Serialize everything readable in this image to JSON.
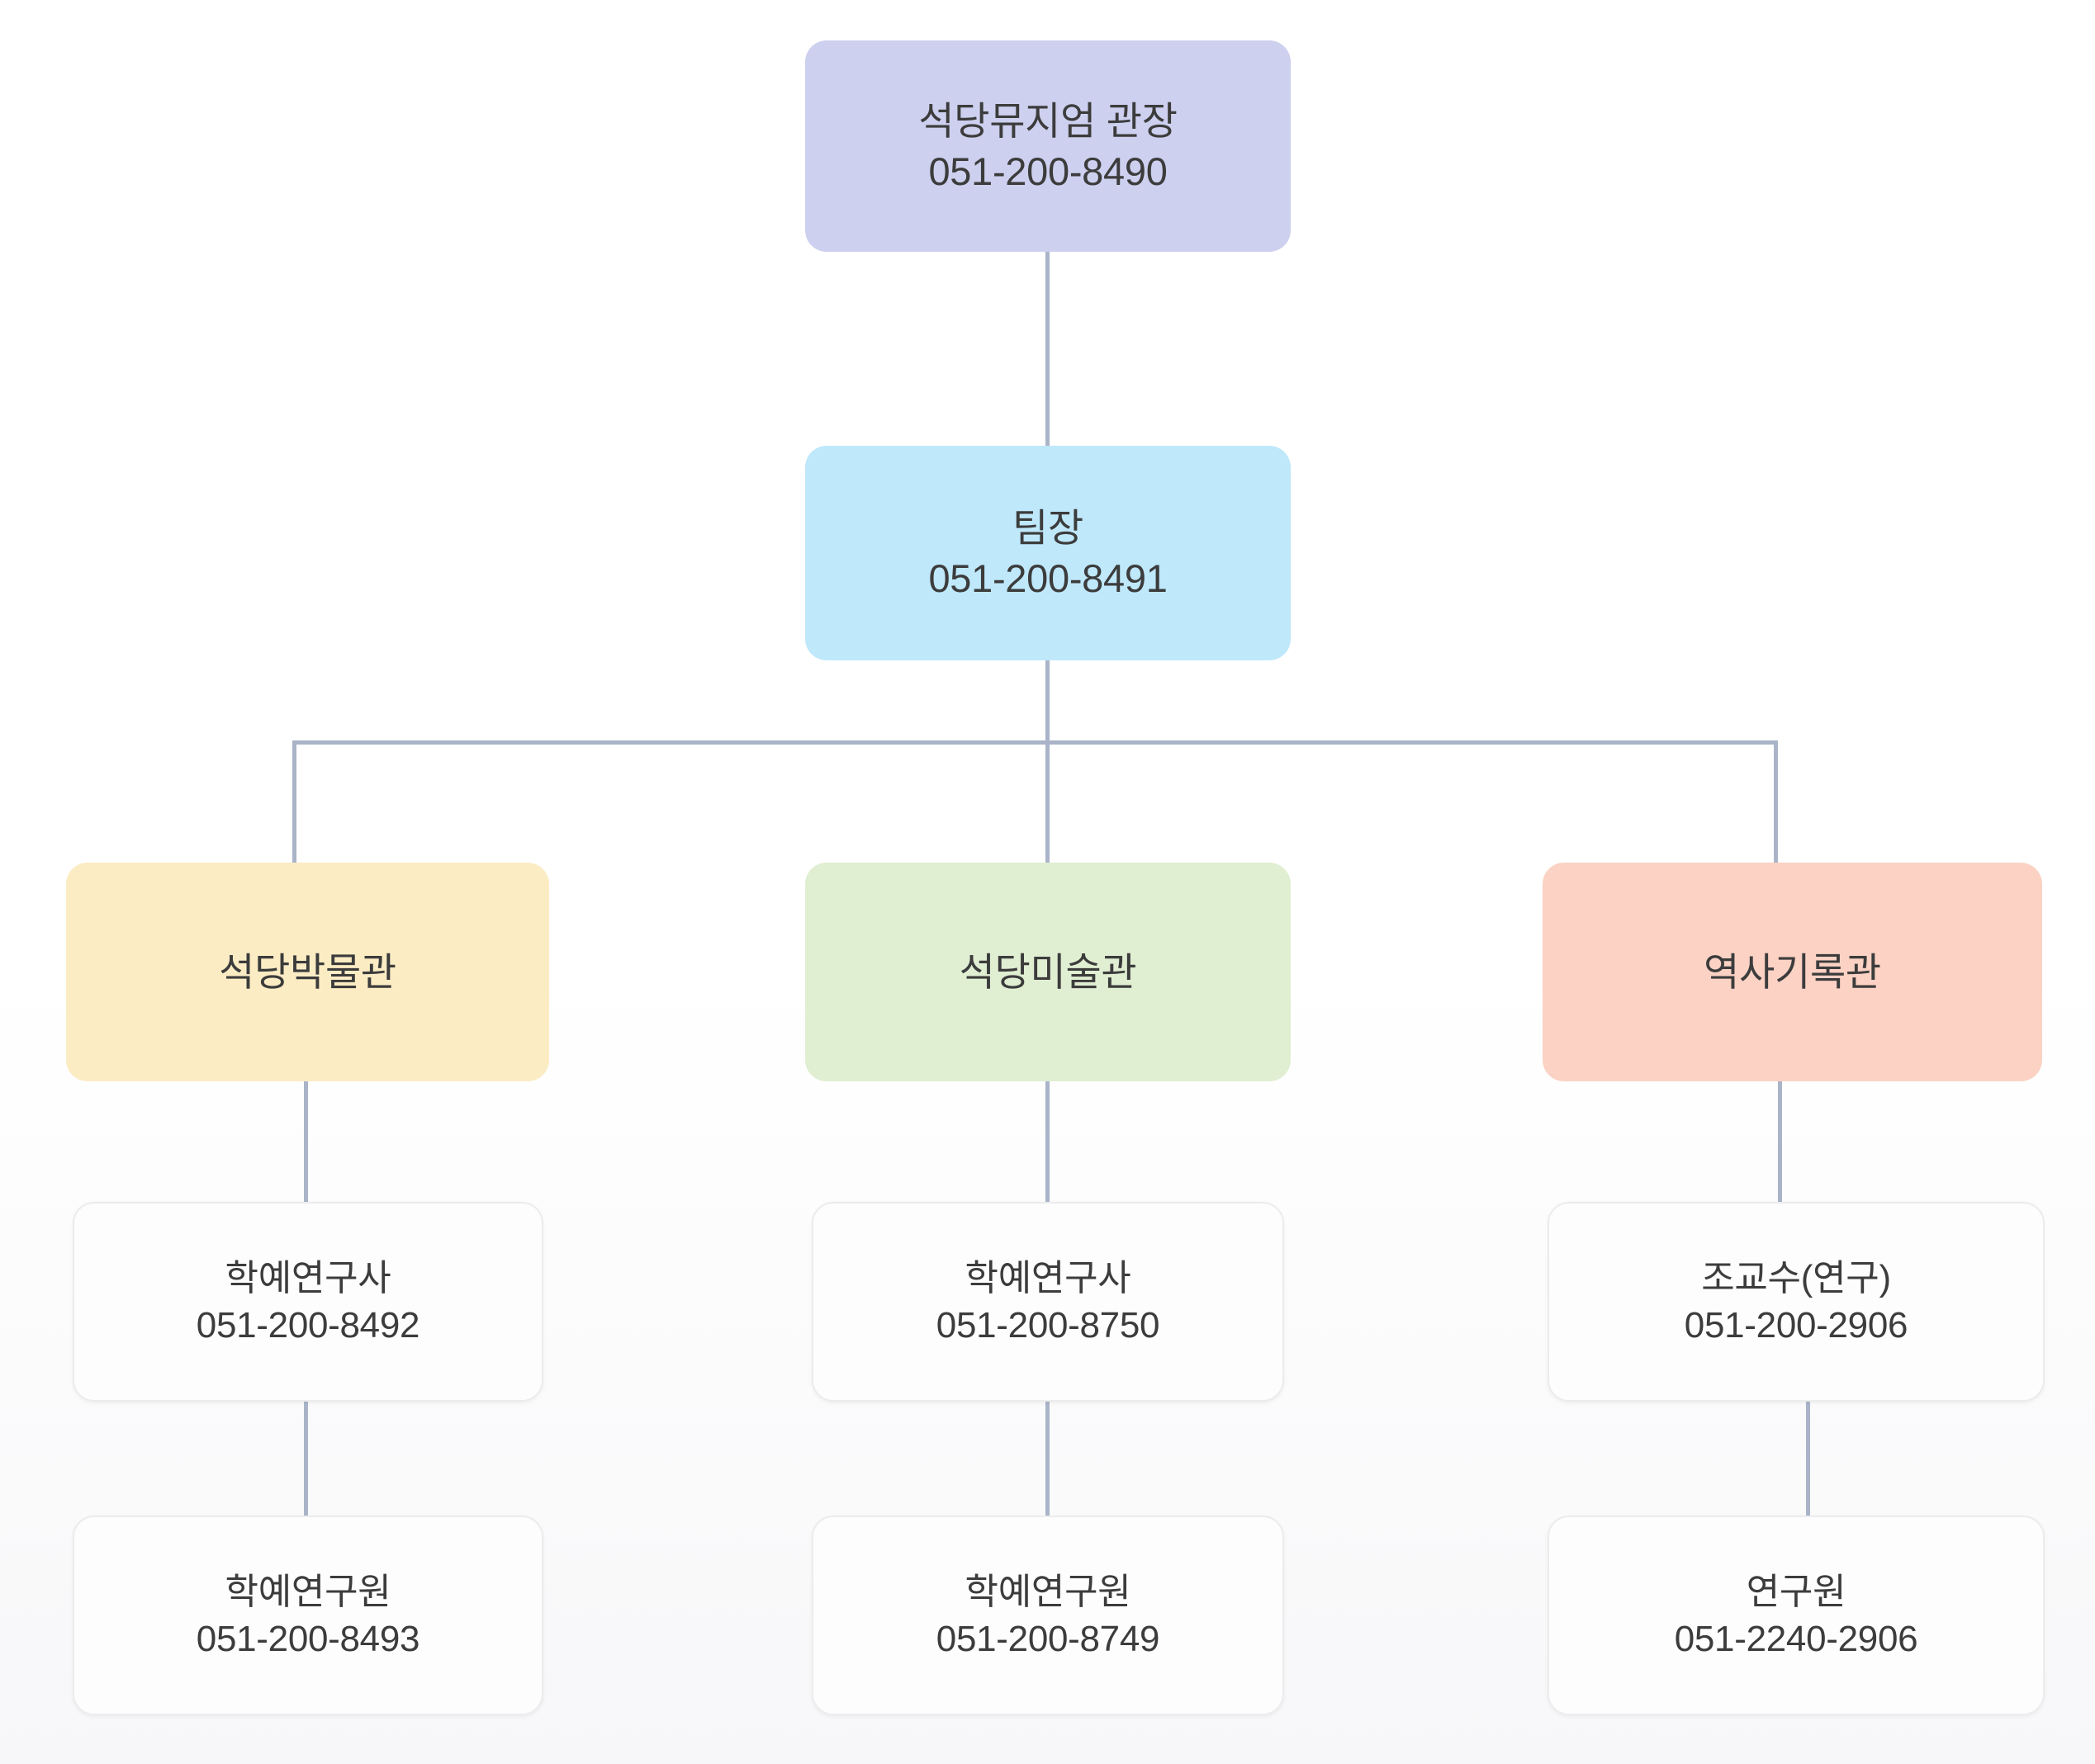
{
  "chart_type": "org-chart",
  "org_chart": {
    "title_text": "",
    "colors": {
      "director": "#cdd0ee",
      "team_lead": "#bfe8fb",
      "museum": "#fcecc4",
      "art_museum": "#e0eed2",
      "archive": "#fbd2c4",
      "leaf": "#fdfdfd",
      "connector": "#aab4c8",
      "text": "#3c3c3c"
    },
    "levels": [
      {
        "level": 1,
        "nodes": [
          {
            "id": "director",
            "title": "석당뮤지엄 관장",
            "phone": "051-200-8490"
          }
        ]
      },
      {
        "level": 2,
        "nodes": [
          {
            "id": "team-lead",
            "title": "팀장",
            "phone": "051-200-8491"
          }
        ]
      },
      {
        "level": 3,
        "nodes": [
          {
            "id": "museum",
            "title": "석당박물관",
            "phone": ""
          },
          {
            "id": "art-museum",
            "title": "석당미술관",
            "phone": ""
          },
          {
            "id": "archive",
            "title": "역사기록관",
            "phone": ""
          }
        ]
      },
      {
        "level": 4,
        "nodes": [
          {
            "id": "museum-curator",
            "title": "학예연구사",
            "phone": "051-200-8492"
          },
          {
            "id": "art-curator",
            "title": "학예연구사",
            "phone": "051-200-8750"
          },
          {
            "id": "archive-prof",
            "title": "조교수(연구)",
            "phone": "051-200-2906"
          }
        ]
      },
      {
        "level": 5,
        "nodes": [
          {
            "id": "museum-researcher",
            "title": "학예연구원",
            "phone": "051-200-8493"
          },
          {
            "id": "art-researcher",
            "title": "학예연구원",
            "phone": "051-200-8749"
          },
          {
            "id": "archive-researcher",
            "title": "연구원",
            "phone": "051-2240-2906"
          }
        ]
      }
    ]
  }
}
